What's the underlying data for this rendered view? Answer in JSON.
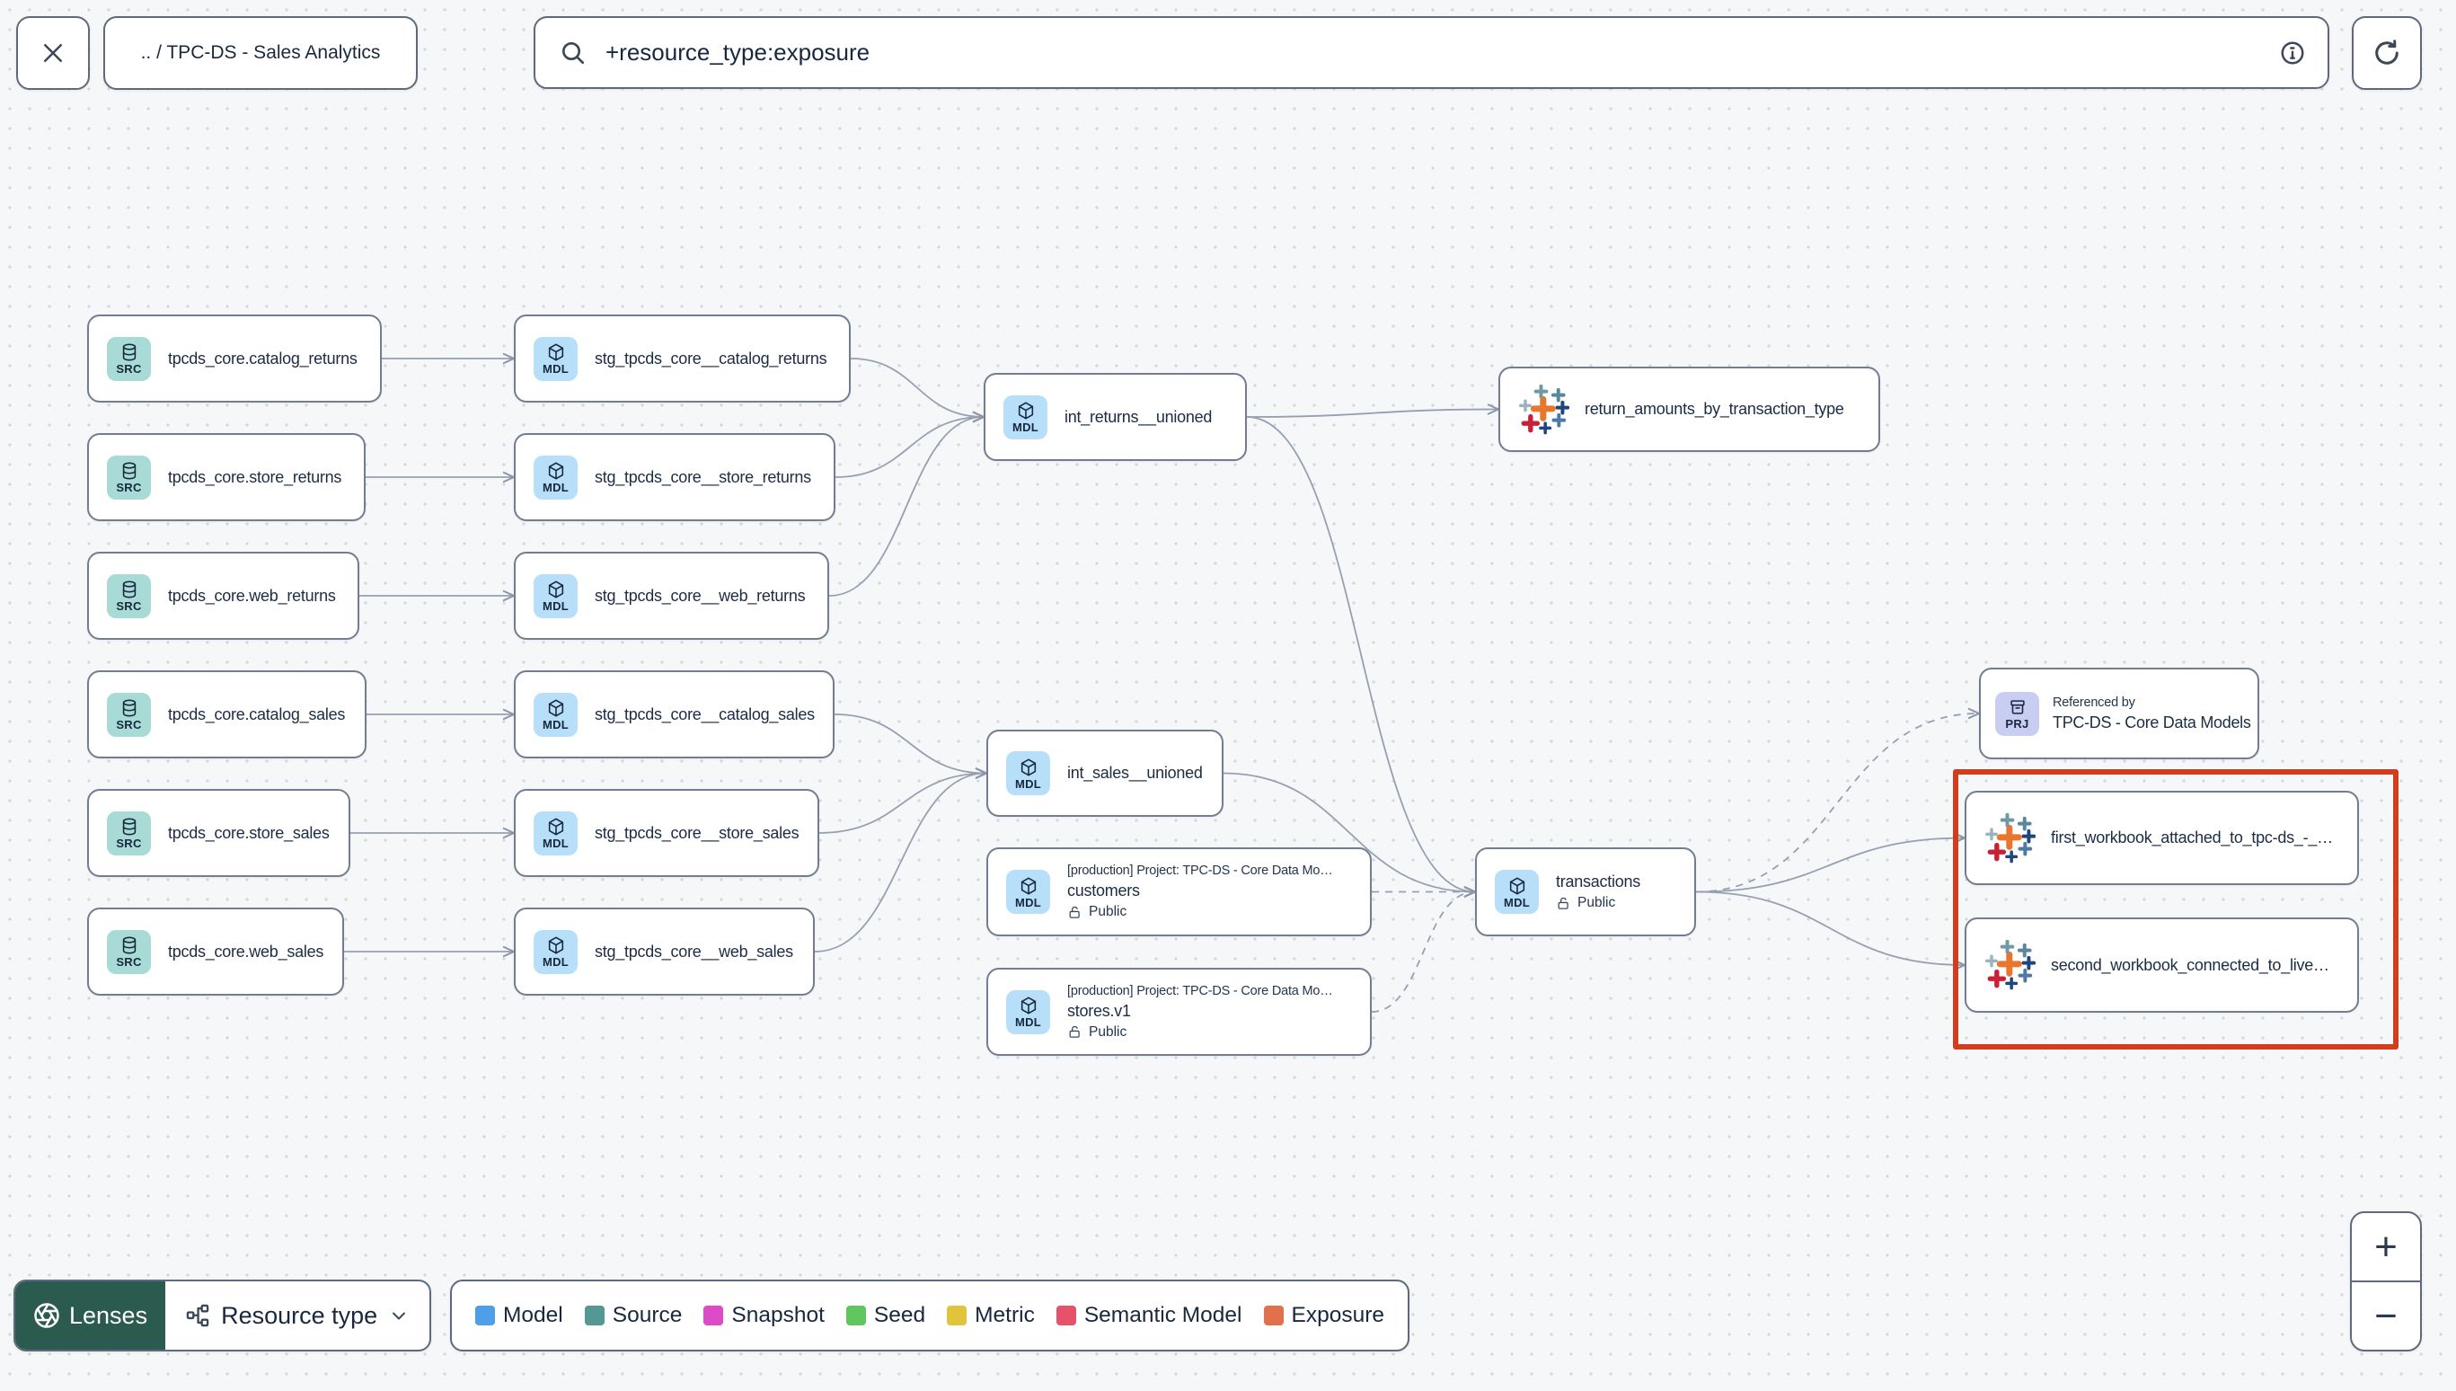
{
  "topbar": {
    "breadcrumb": ".. / TPC-DS - Sales Analytics",
    "search_value": "+resource_type:exposure"
  },
  "graph": {
    "nodes": [
      {
        "id": "tpcds_core.catalog_returns",
        "type": "source",
        "badge": "SRC",
        "title": "tpcds_core.catalog_returns"
      },
      {
        "id": "tpcds_core.store_returns",
        "type": "source",
        "badge": "SRC",
        "title": "tpcds_core.store_returns"
      },
      {
        "id": "tpcds_core.web_returns",
        "type": "source",
        "badge": "SRC",
        "title": "tpcds_core.web_returns"
      },
      {
        "id": "tpcds_core.catalog_sales",
        "type": "source",
        "badge": "SRC",
        "title": "tpcds_core.catalog_sales"
      },
      {
        "id": "tpcds_core.store_sales",
        "type": "source",
        "badge": "SRC",
        "title": "tpcds_core.store_sales"
      },
      {
        "id": "tpcds_core.web_sales",
        "type": "source",
        "badge": "SRC",
        "title": "tpcds_core.web_sales"
      },
      {
        "id": "stg_tpcds_core__catalog_returns",
        "type": "model",
        "badge": "MDL",
        "title": "stg_tpcds_core__catalog_returns"
      },
      {
        "id": "stg_tpcds_core__store_returns",
        "type": "model",
        "badge": "MDL",
        "title": "stg_tpcds_core__store_returns"
      },
      {
        "id": "stg_tpcds_core__web_returns",
        "type": "model",
        "badge": "MDL",
        "title": "stg_tpcds_core__web_returns"
      },
      {
        "id": "stg_tpcds_core__catalog_sales",
        "type": "model",
        "badge": "MDL",
        "title": "stg_tpcds_core__catalog_sales"
      },
      {
        "id": "stg_tpcds_core__store_sales",
        "type": "model",
        "badge": "MDL",
        "title": "stg_tpcds_core__store_sales"
      },
      {
        "id": "stg_tpcds_core__web_sales",
        "type": "model",
        "badge": "MDL",
        "title": "stg_tpcds_core__web_sales"
      },
      {
        "id": "int_returns__unioned",
        "type": "model",
        "badge": "MDL",
        "title": "int_returns__unioned"
      },
      {
        "id": "int_sales__unioned",
        "type": "model",
        "badge": "MDL",
        "title": "int_sales__unioned"
      },
      {
        "id": "customers",
        "type": "model",
        "badge": "MDL",
        "subtitle": "[production] Project: TPC-DS - Core Data Mo…",
        "title": "customers",
        "access": "Public"
      },
      {
        "id": "stores.v1",
        "type": "model",
        "badge": "MDL",
        "subtitle": "[production] Project: TPC-DS - Core Data Mo…",
        "title": "stores.v1",
        "access": "Public"
      },
      {
        "id": "transactions",
        "type": "model",
        "badge": "MDL",
        "title": "transactions",
        "access": "Public"
      },
      {
        "id": "return_amounts_by_transaction_type",
        "type": "exposure",
        "title": "return_amounts_by_transaction_type"
      },
      {
        "id": "referenced-by-project",
        "type": "project",
        "badge": "PRJ",
        "subtitle": "Referenced by",
        "title": "TPC-DS - Core Data Models"
      },
      {
        "id": "first_workbook",
        "type": "exposure",
        "title": "first_workbook_attached_to_tpc-ds_-_…"
      },
      {
        "id": "second_workbook",
        "type": "exposure",
        "title": "second_workbook_connected_to_live…"
      }
    ],
    "edges": [
      {
        "from": 0,
        "to": 6,
        "style": "solid"
      },
      {
        "from": 1,
        "to": 7,
        "style": "solid"
      },
      {
        "from": 2,
        "to": 8,
        "style": "solid"
      },
      {
        "from": 3,
        "to": 9,
        "style": "solid"
      },
      {
        "from": 4,
        "to": 10,
        "style": "solid"
      },
      {
        "from": 5,
        "to": 11,
        "style": "solid"
      },
      {
        "from": 6,
        "to": 12,
        "style": "solid"
      },
      {
        "from": 7,
        "to": 12,
        "style": "solid"
      },
      {
        "from": 8,
        "to": 12,
        "style": "solid"
      },
      {
        "from": 9,
        "to": 13,
        "style": "solid"
      },
      {
        "from": 10,
        "to": 13,
        "style": "solid"
      },
      {
        "from": 11,
        "to": 13,
        "style": "solid"
      },
      {
        "from": 12,
        "to": 17,
        "style": "solid"
      },
      {
        "from": 12,
        "to": 16,
        "style": "solid"
      },
      {
        "from": 13,
        "to": 16,
        "style": "solid"
      },
      {
        "from": 14,
        "to": 16,
        "style": "dashed"
      },
      {
        "from": 15,
        "to": 16,
        "style": "dashed"
      },
      {
        "from": 16,
        "to": 18,
        "style": "dashed"
      },
      {
        "from": 16,
        "to": 19,
        "style": "solid"
      },
      {
        "from": 16,
        "to": 20,
        "style": "solid"
      }
    ]
  },
  "legend": {
    "items": [
      {
        "label": "Model",
        "color": "#4d9fe9"
      },
      {
        "label": "Source",
        "color": "#539894"
      },
      {
        "label": "Snapshot",
        "color": "#dd4bc8"
      },
      {
        "label": "Seed",
        "color": "#60c760"
      },
      {
        "label": "Metric",
        "color": "#e2c33c"
      },
      {
        "label": "Semantic Model",
        "color": "#e5536b"
      },
      {
        "label": "Exposure",
        "color": "#e0714b"
      }
    ]
  },
  "controls": {
    "lenses_label": "Lenses",
    "resource_type_label": "Resource type",
    "zoom_in": "+",
    "zoom_out": "−"
  },
  "highlight": {
    "color": "#d23d1d",
    "nodes": [
      "first_workbook",
      "second_workbook"
    ]
  }
}
